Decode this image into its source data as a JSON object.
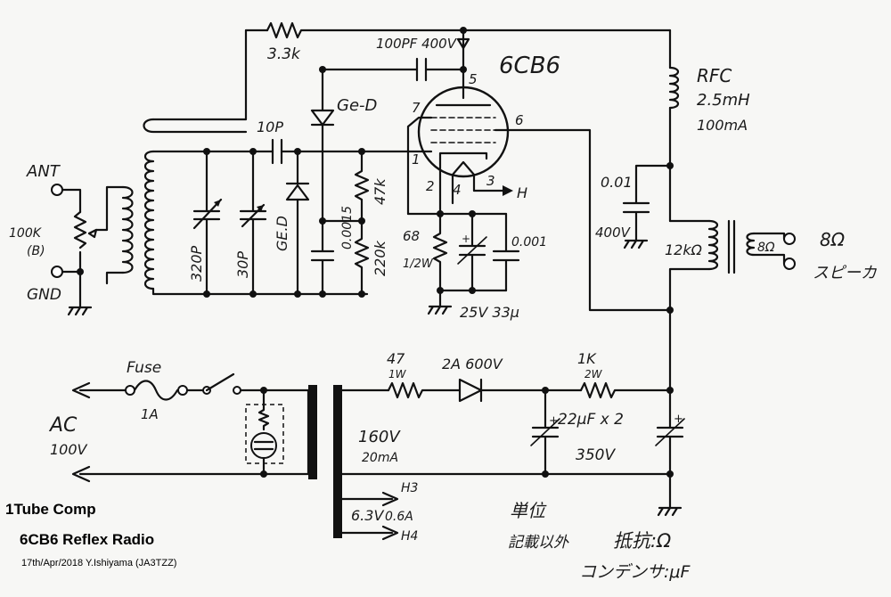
{
  "footer": {
    "title_line1": "1Tube Comp",
    "title_line2": "6CB6 Reflex Radio",
    "credit": "17th/Apr/2018   Y.Ishiyama   (JA3TZZ)"
  },
  "labels": {
    "r_feedback": "3.3k",
    "c_plate": "100PF 400V",
    "tube": "6CB6",
    "pin5": "5",
    "pin7": "7",
    "pin6": "6",
    "pin1": "1",
    "pin2": "2",
    "pin4": "4",
    "pin3": "3",
    "heater": "H",
    "diode_top": "Ge-D",
    "diode_ged": "GE.D",
    "c_coupling": "10P",
    "vc1": "320P",
    "vc2": "30P",
    "c_det": "0.0015",
    "r47k": "47k",
    "r220k": "220k",
    "r68_val": "68",
    "r68_w": "1/2W",
    "c_bypass_small": "0.001",
    "c_cathode": "25V 33μ",
    "rfc_name": "RFC",
    "rfc_val": "2.5mH",
    "rfc_cur": "100mA",
    "c_001": "0.01",
    "c_001_v": "400V",
    "ot_primary": "12kΩ",
    "ot_secondary": "8Ω",
    "spk_imp": "8Ω",
    "spk_name": "スピーカ",
    "ant": "ANT",
    "vr_val": "100K",
    "vr_curve": "(B)",
    "gnd": "GND",
    "fuse_name": "Fuse",
    "fuse_val": "1A",
    "ac_name": "AC",
    "ac_val": "100V",
    "r47_val": "47",
    "r47_w": "1W",
    "diode_rect": "2A 600V",
    "r1k_val": "1K",
    "r1k_w": "2W",
    "c_filter": "22μF x 2",
    "c_filter_v": "350V",
    "tr_hv": "160V",
    "tr_hv_i": "20mA",
    "tr_h3": "H3",
    "tr_h4": "H4",
    "tr_heater": "6.3V",
    "tr_heater_i": "0.6A",
    "unit_title": "単位",
    "unit_note": "記載以外",
    "unit_res": "抵抗:Ω",
    "unit_cap": "コンデンサ:μF"
  }
}
